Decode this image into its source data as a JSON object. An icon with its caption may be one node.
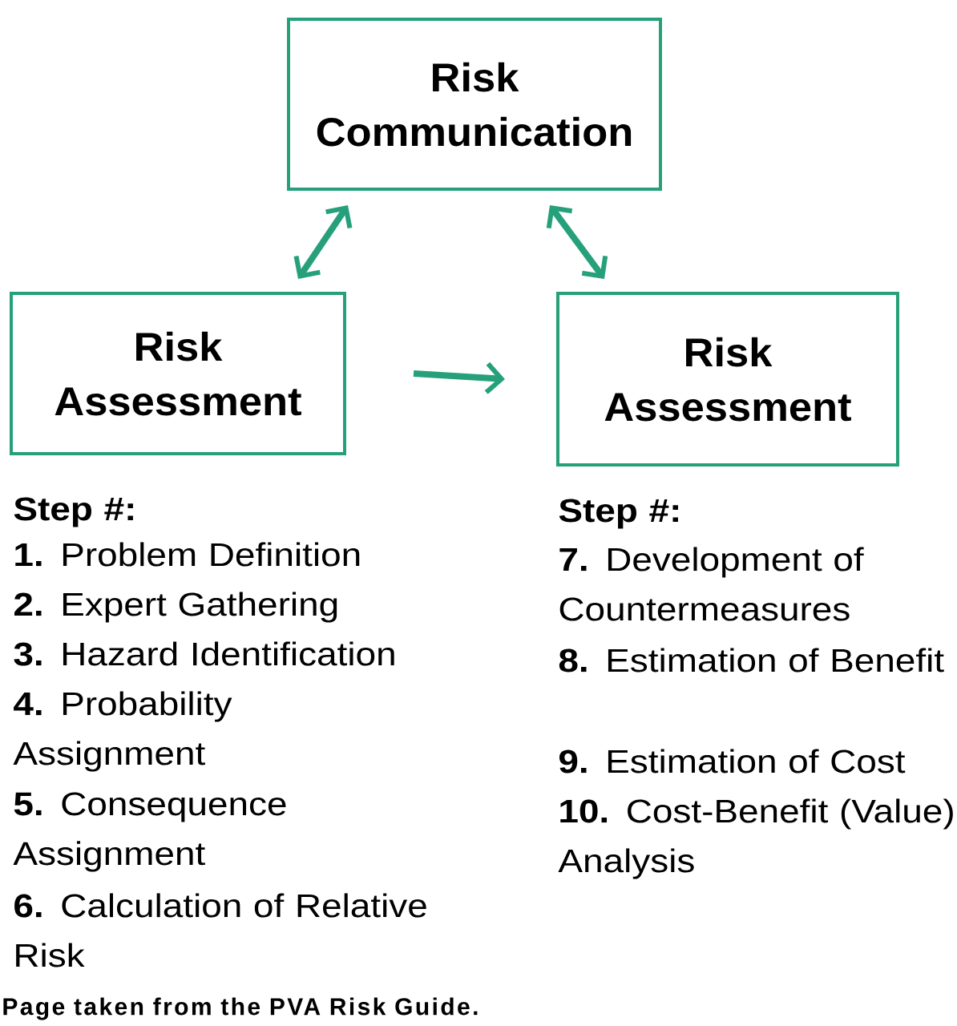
{
  "diagram": {
    "caption": "Page taken from the PVA Risk Guide.",
    "nodes": [
      {
        "text": [
          "Risk Communication"
        ]
      },
      {
        "text": [
          "Risk Assessment"
        ]
      },
      {
        "text": [
          "Risk Assessment"
        ]
      }
    ],
    "edges": [
      {
        "from": 1,
        "to": 0,
        "arrow": "both"
      },
      {
        "from": 0,
        "to": 2,
        "arrow": "both"
      },
      {
        "from": 1,
        "to": 2,
        "arrow": "to"
      }
    ],
    "labels": [
      "Step #:",
      "**1.** Problem Definition",
      "**2.** Expert Gathering",
      "**3.** Hazard Identification",
      "**4.** Probability Assignment",
      "**5.** Consequence Assignment",
      "**6.** Calculation of Relative Risk",
      "Step #:",
      "**7.** Development of Countermeasures",
      "**8.** Estimation of Benefit",
      "**9.** Estimation of Cost",
      "**10.** Cost-Benefit (Value) Analysis"
    ]
  }
}
